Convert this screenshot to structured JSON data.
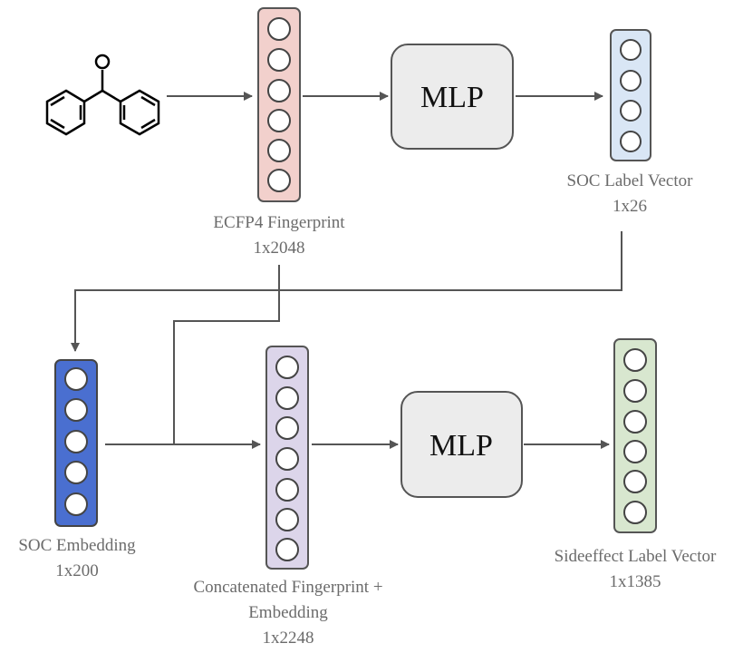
{
  "diagram": {
    "top_row": {
      "fingerprint_label": "ECFP4 Fingerprint",
      "fingerprint_dim": "1x2048",
      "mlp_label": "MLP",
      "soc_label_vector_label": "SOC Label Vector",
      "soc_label_vector_dim": "1x26"
    },
    "bottom_row": {
      "soc_embedding_label": "SOC Embedding",
      "soc_embedding_dim": "1x200",
      "concat_label_line1": "Concatenated Fingerprint +",
      "concat_label_line2": "Embedding",
      "concat_dim": "1x2248",
      "mlp_label": "MLP",
      "sideeffect_label": "Sideeffect Label Vector",
      "sideeffect_dim": "1x1385"
    },
    "molecule": "benzophenone-structure",
    "colors": {
      "fingerprint_fill": "#f2d0cc",
      "soc_label_fill": "#d9e6f5",
      "soc_embedding_fill": "#4a6fd0",
      "concat_fill": "#dcd5ea",
      "sideeffect_fill": "#d8e7cf",
      "mlp_fill": "#ececec",
      "arrow": "#555555",
      "label_text": "#6b6b6b"
    }
  }
}
